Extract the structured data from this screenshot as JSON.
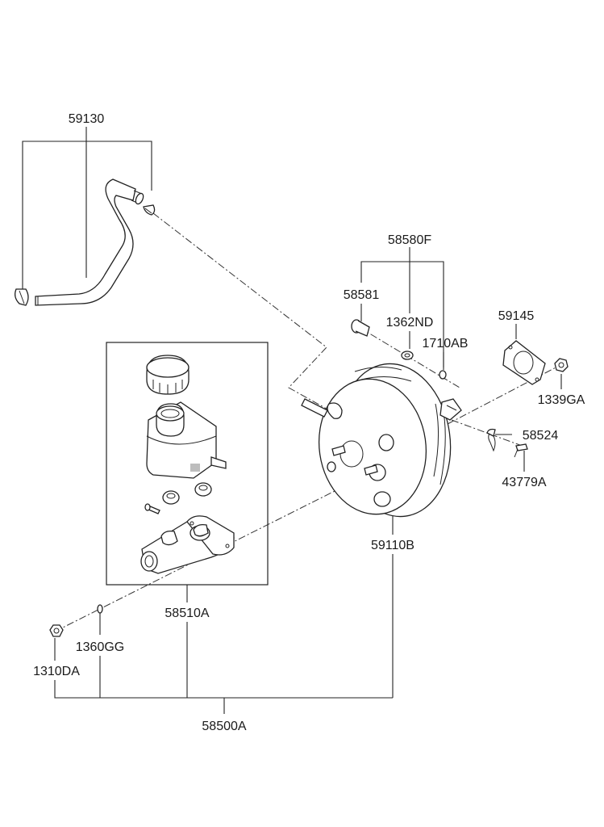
{
  "diagram": {
    "labels": {
      "hose": "59130",
      "check_valve_kit": "58580F",
      "valve_bolt": "58581",
      "gasket_ring": "1362ND",
      "o_ring": "1710AB",
      "booster_gasket": "59145",
      "nut_right": "1339GA",
      "clip": "58524",
      "clevis_pin": "43779A",
      "booster": "59110B",
      "master_cylinder": "58510A",
      "washer": "1360GG",
      "nut_left": "1310DA",
      "assembly": "58500A"
    }
  }
}
